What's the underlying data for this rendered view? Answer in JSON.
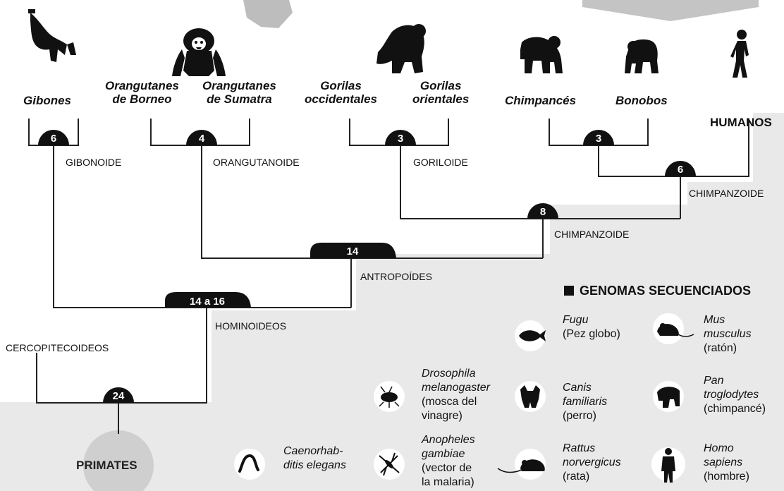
{
  "species": [
    {
      "id": "gibones",
      "lines": [
        "Gibones"
      ]
    },
    {
      "id": "orang-borneo",
      "lines": [
        "Orangutanes",
        "de Borneo"
      ]
    },
    {
      "id": "orang-sumatra",
      "lines": [
        "Orangutanes",
        "de Sumatra"
      ]
    },
    {
      "id": "gorilas-occ",
      "lines": [
        "Gorilas",
        "occidentales"
      ]
    },
    {
      "id": "gorilas-or",
      "lines": [
        "Gorilas",
        "orientales"
      ]
    },
    {
      "id": "chimpances",
      "lines": [
        "Chimpancés"
      ]
    },
    {
      "id": "bonobos",
      "lines": [
        "Bonobos"
      ]
    }
  ],
  "humanos": "HUMANOS",
  "badges": {
    "gib": "6",
    "orang": "4",
    "gor": "3",
    "chimp": "3",
    "chimp_h": "6",
    "chimp_gor": "8",
    "antro": "14",
    "homi": "14 a 16",
    "prim": "24"
  },
  "clades": {
    "gibonoide": "GIBONOIDE",
    "orangutanoide": "ORANGUTANOIDE",
    "goriloide": "GORILOIDE",
    "chimpanzoide1": "CHIMPANZOIDE",
    "chimpanzoide2": "CHIMPANZOIDE",
    "antropoides": "ANTROPOÍDES",
    "hominoideos": "HOMINOIDEOS",
    "cercopitecoideos": "CERCOPITECOIDEOS"
  },
  "primates": "PRIMATES",
  "genomes": {
    "title": "GENOMAS SECUENCIADOS",
    "items": [
      {
        "id": "fugu",
        "latin": [
          "Fugu"
        ],
        "common": [
          "(Pez globo)"
        ],
        "icon": "fish-icon"
      },
      {
        "id": "mus",
        "latin": [
          "Mus",
          "musculus"
        ],
        "common": [
          "(ratón)"
        ],
        "icon": "mouse-icon"
      },
      {
        "id": "dros",
        "latin": [
          "Drosophila",
          "melanogaster"
        ],
        "common": [
          "(mosca del",
          "vinagre)"
        ],
        "icon": "fly-icon"
      },
      {
        "id": "canis",
        "latin": [
          "Canis",
          "familiaris"
        ],
        "common": [
          "(perro)"
        ],
        "icon": "dog-icon"
      },
      {
        "id": "pan",
        "latin": [
          "Pan",
          "troglodytes"
        ],
        "common": [
          "(chimpancé)"
        ],
        "icon": "chimp-icon"
      },
      {
        "id": "caeno",
        "latin": [
          "Caenorhab-",
          "ditis elegans"
        ],
        "common": [],
        "icon": "worm-icon"
      },
      {
        "id": "anoph",
        "latin": [
          "Anopheles",
          "gambiae"
        ],
        "common": [
          "(vector de",
          "la malaria)"
        ],
        "icon": "mosquito-icon"
      },
      {
        "id": "rattus",
        "latin": [
          "Rattus",
          "norvergicus"
        ],
        "common": [
          "(rata)"
        ],
        "icon": "rat-icon"
      },
      {
        "id": "homo",
        "latin": [
          "Homo",
          "sapiens"
        ],
        "common": [
          "(hombre)"
        ],
        "icon": "human-icon"
      }
    ]
  },
  "colors": {
    "badge": "#111111",
    "panel": "#e9e9e9",
    "circle": "#cfcfcf",
    "line": "#222222"
  }
}
